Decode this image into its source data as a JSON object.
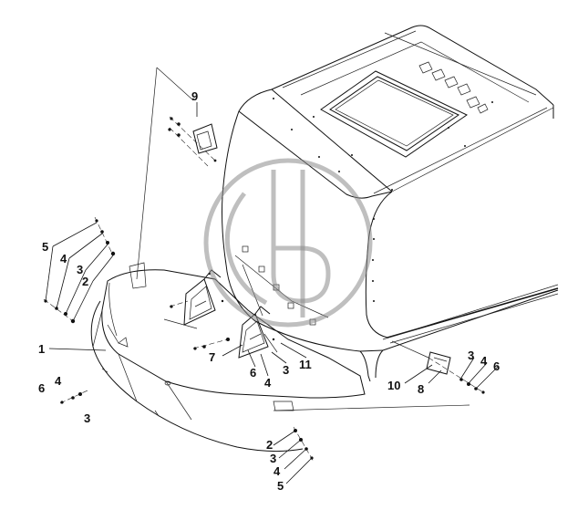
{
  "callouts": [
    {
      "id": "c9",
      "text": "9"
    },
    {
      "id": "c5a",
      "text": "5"
    },
    {
      "id": "c4a",
      "text": "4"
    },
    {
      "id": "c3a",
      "text": "3"
    },
    {
      "id": "c2a",
      "text": "2"
    },
    {
      "id": "c1",
      "text": "1"
    },
    {
      "id": "c6a",
      "text": "6"
    },
    {
      "id": "c4b",
      "text": "4"
    },
    {
      "id": "c3b",
      "text": "3"
    },
    {
      "id": "c7",
      "text": "7"
    },
    {
      "id": "c6b",
      "text": "6"
    },
    {
      "id": "c4c",
      "text": "4"
    },
    {
      "id": "c3c",
      "text": "3"
    },
    {
      "id": "c11",
      "text": "11"
    },
    {
      "id": "c3d",
      "text": "3"
    },
    {
      "id": "c4d",
      "text": "4"
    },
    {
      "id": "c6c",
      "text": "6"
    },
    {
      "id": "c10",
      "text": "10"
    },
    {
      "id": "c8",
      "text": "8"
    },
    {
      "id": "c2b",
      "text": "2"
    },
    {
      "id": "c3e",
      "text": "3"
    },
    {
      "id": "c4e",
      "text": "4"
    },
    {
      "id": "c5b",
      "text": "5"
    }
  ],
  "watermark": {
    "icon": "circle-logo-watermark",
    "color": "#8a8a8a"
  }
}
